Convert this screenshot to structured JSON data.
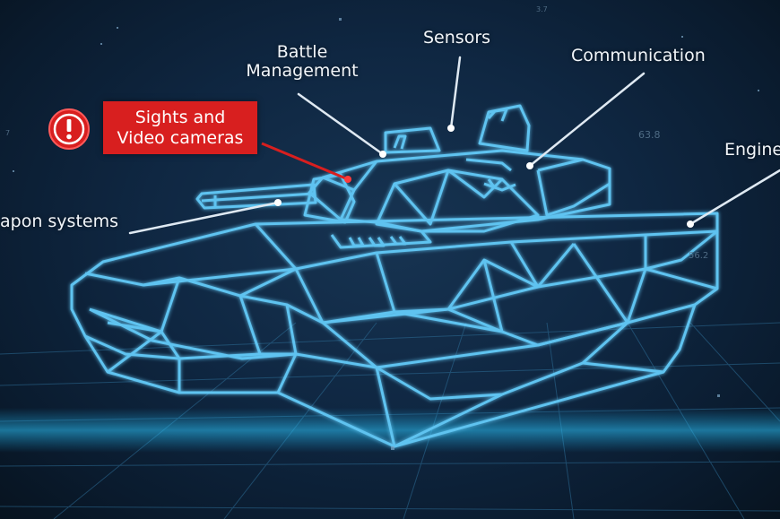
{
  "callouts": {
    "battle_management": [
      "Battle",
      "Management"
    ],
    "sensors": "Sensors",
    "communication": "Communication",
    "engine": "Engine",
    "weapon_systems": "apon systems",
    "sights": [
      "Sights and",
      "Video cameras"
    ]
  },
  "readouts": [
    "63.8",
    "56.2",
    "7",
    "3.7"
  ],
  "colors": {
    "background": "#0f2742",
    "wireframe": "#5fc3f0",
    "alert": "#d81f1f",
    "leader_line": "#dfe9f2"
  },
  "icons": [
    "alert-icon"
  ]
}
